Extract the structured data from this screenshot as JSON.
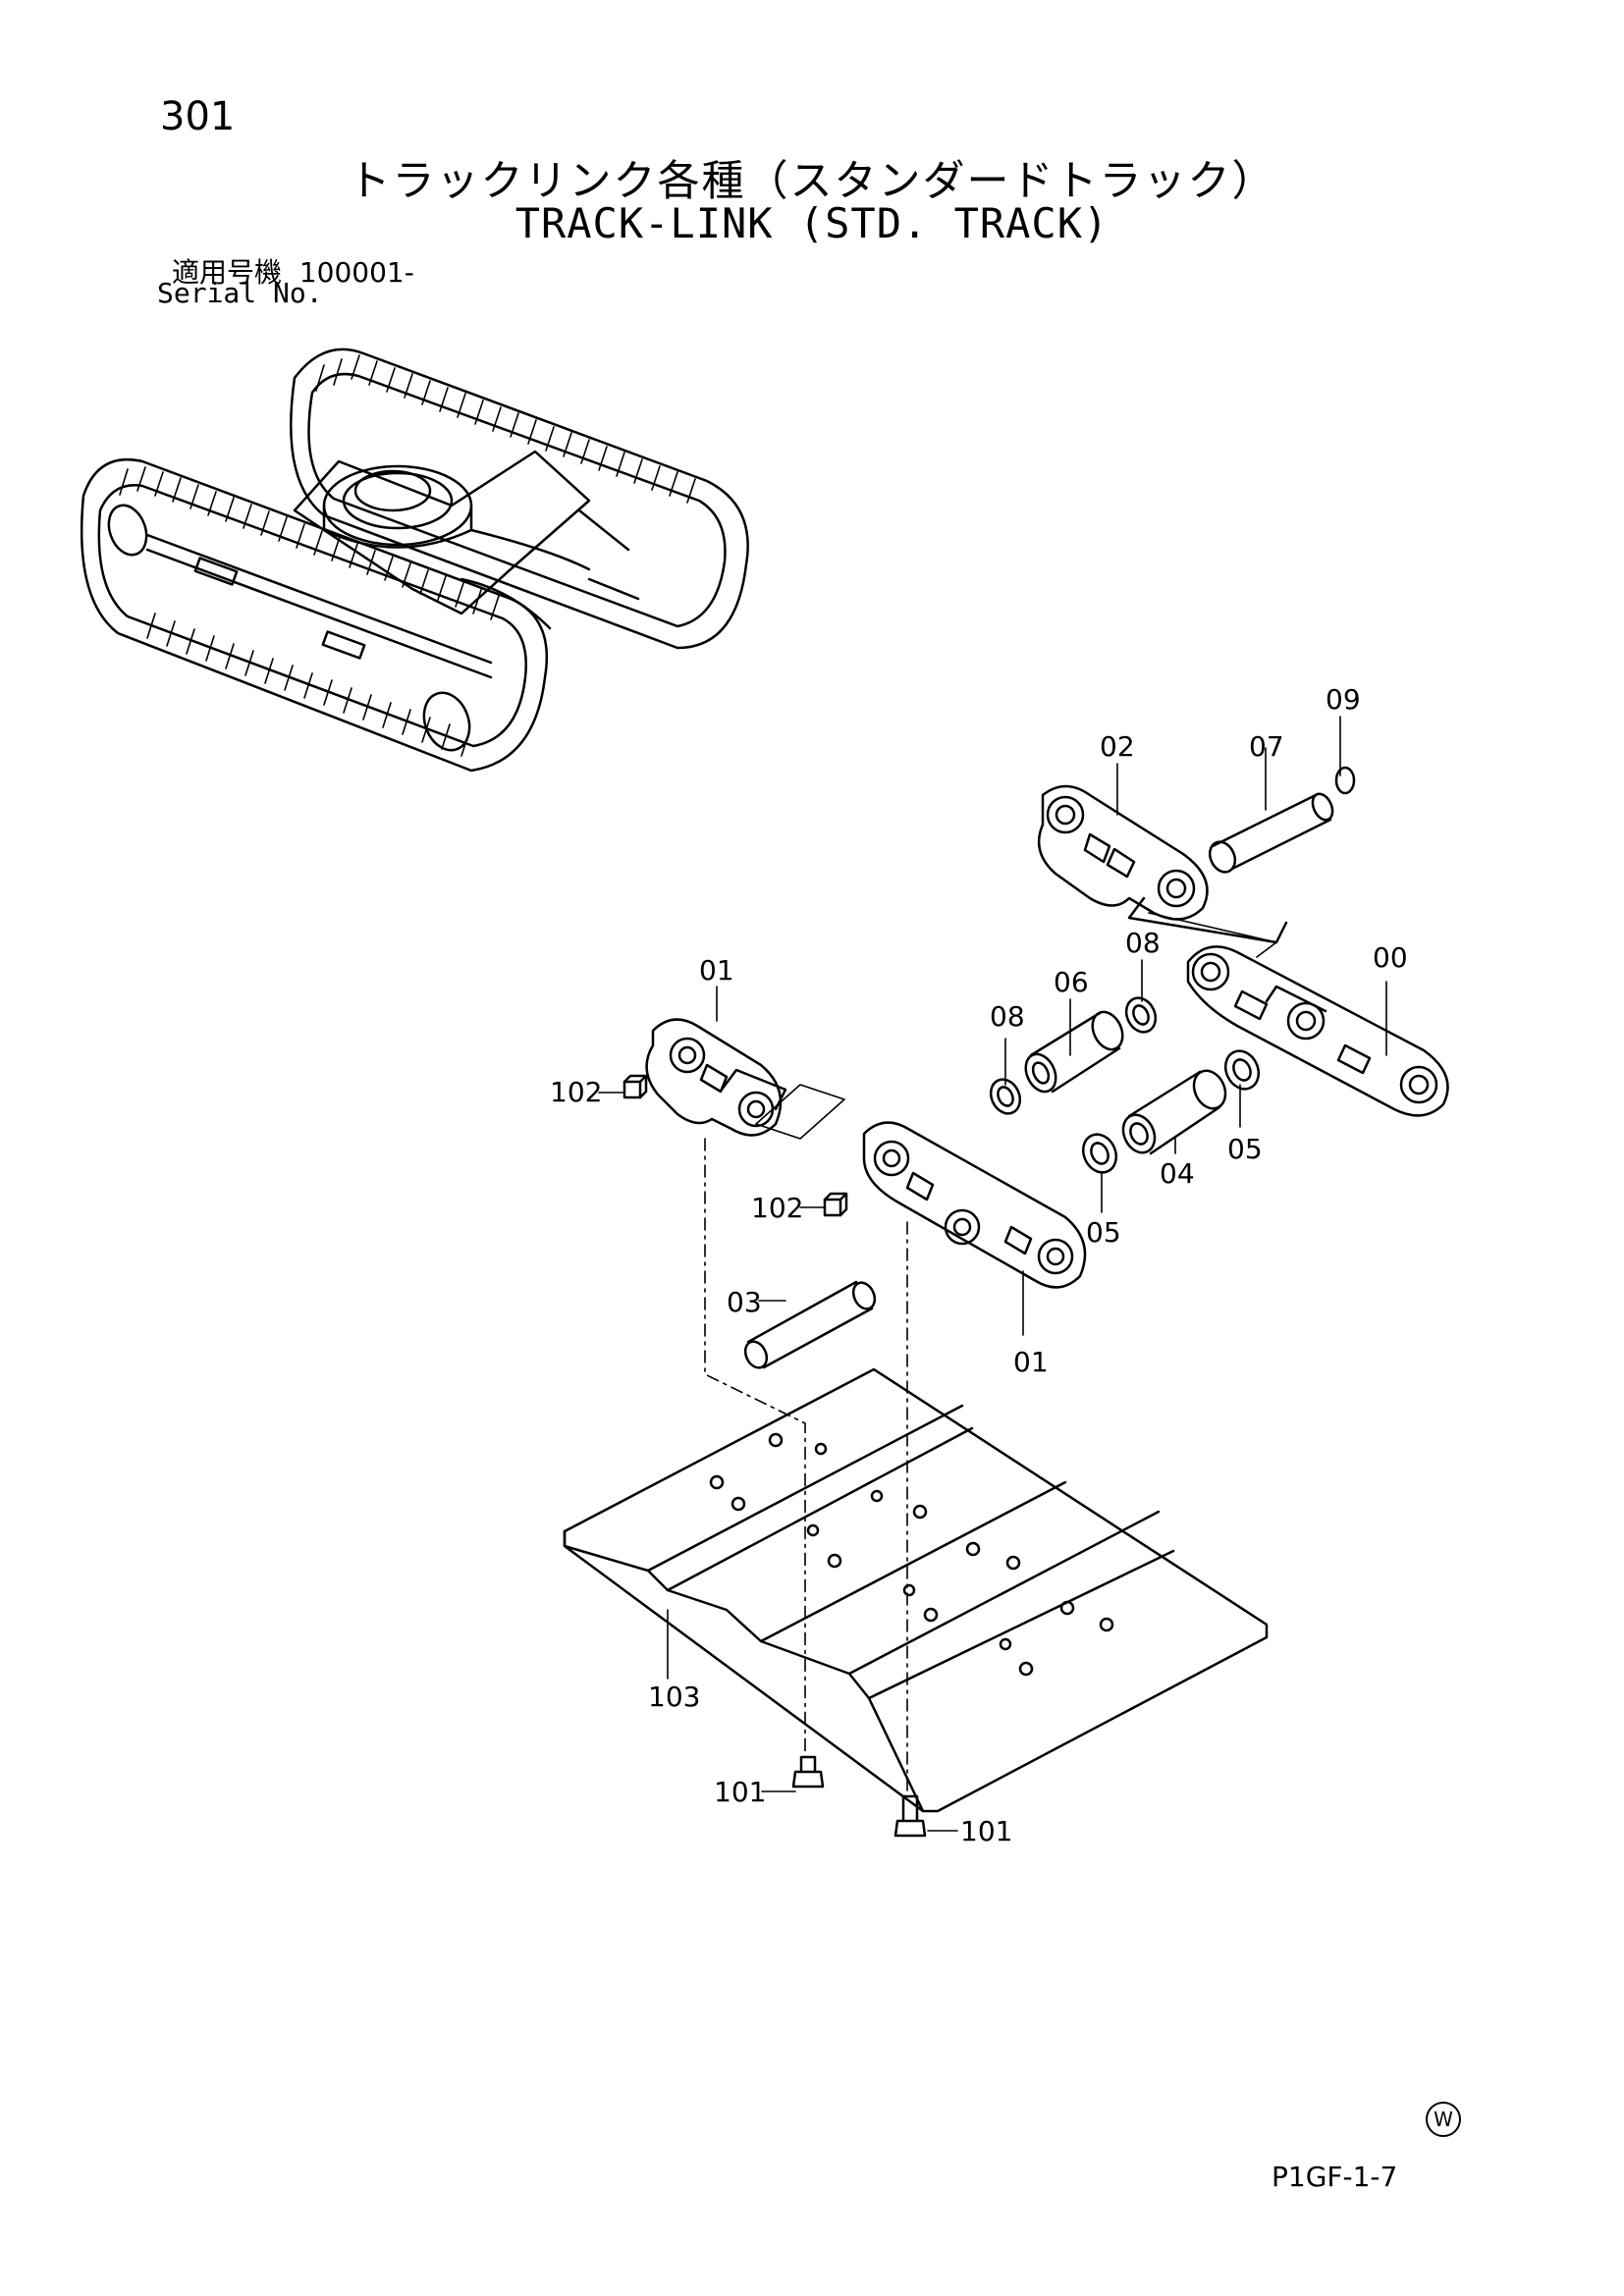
{
  "header": {
    "page_number": "301",
    "title_jp": "トラックリンク各種（スタンダードトラック）",
    "title_en": "TRACK-LINK (STD. TRACK)",
    "serial_label_jp": "適用号機",
    "serial_number": "100001-",
    "serial_label_en": "Serial No."
  },
  "callouts": {
    "c00": "00",
    "c01a": "01",
    "c01b": "01",
    "c02": "02",
    "c03": "03",
    "c04": "04",
    "c05a": "05",
    "c05b": "05",
    "c06": "06",
    "c07": "07",
    "c08a": "08",
    "c08b": "08",
    "c09": "09",
    "c101a": "101",
    "c101b": "101",
    "c102a": "102",
    "c102b": "102",
    "c103": "103"
  },
  "footer": {
    "mark": "W",
    "code": "P1GF-1-7"
  }
}
